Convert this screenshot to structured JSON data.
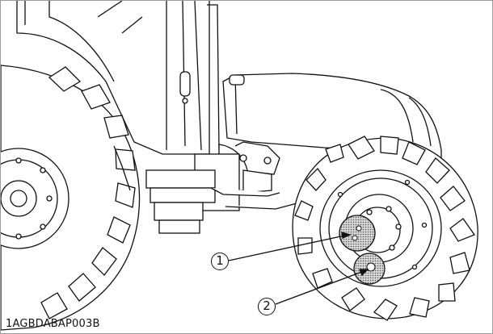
{
  "figure": {
    "code": "1AGBDABAP003B",
    "subject": "tractor front wheel hub",
    "callouts": [
      {
        "label": "①"
      },
      {
        "label": "②"
      }
    ]
  },
  "colors": {
    "line": "#111111",
    "paper": "#ffffff",
    "frame": "#9a9a9a",
    "highlight_fill": "#8a8a8a"
  }
}
